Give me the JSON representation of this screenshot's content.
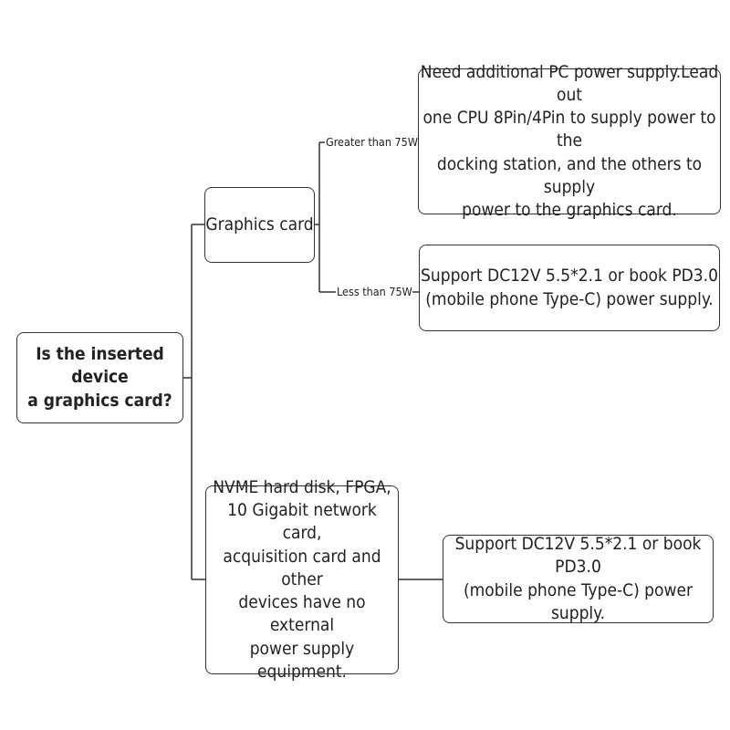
{
  "root": {
    "line1": "Is the inserted device",
    "line2": "a graphics card?"
  },
  "gpu_node": {
    "label": "Graphics card"
  },
  "other_node": {
    "lines": [
      "NVME hard disk, FPGA,",
      "10 Gigabit network card,",
      "acquisition card and other",
      "devices have no external",
      "power supply equipment."
    ]
  },
  "branches": {
    "greater": {
      "label": "Greater than 75W",
      "lines": [
        "Need additional PC power supply.Lead out",
        "one CPU 8Pin/4Pin to supply power to the",
        "docking station, and the others to supply",
        "power to the graphics card."
      ]
    },
    "less": {
      "label": "Less than 75W",
      "lines": [
        "Support DC12V 5.5*2.1 or book PD3.0",
        "(mobile phone Type-C) power supply."
      ]
    }
  },
  "other_result": {
    "lines": [
      "Support DC12V 5.5*2.1 or book PD3.0",
      "(mobile phone Type-C) power supply."
    ]
  },
  "colors": {
    "border": "#333333",
    "text": "#222222",
    "background": "#ffffff"
  }
}
